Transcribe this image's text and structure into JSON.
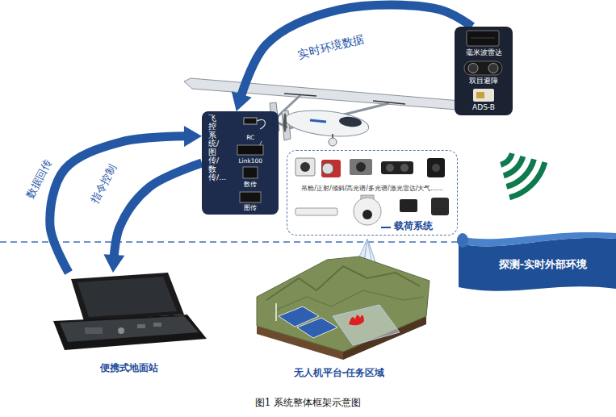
{
  "diagram": {
    "caption": "图1 系统整体框架示意图",
    "nodes": [
      {
        "text": [
          "毫米波雷达",
          "双目避障",
          "ADS-B"
        ]
      },
      {
        "text": [
          "飞控系统/图传/数传/...",
          "RC",
          "Link100",
          "数传",
          "图传"
        ]
      },
      {
        "text": [
          "吊舱/正射/倾斜/高光谱/多光谱/激光雷达/大气......",
          "载荷系统"
        ]
      },
      {
        "text": [
          "便携式地面站"
        ]
      },
      {
        "text": [
          "无人机平台-任务区域"
        ]
      },
      {
        "text": [
          "探测-实时外部环境"
        ]
      }
    ],
    "edges": [
      {
        "from": 0,
        "to": 1,
        "label": "实时环境数据",
        "arrow": "to"
      },
      {
        "from": 3,
        "to": 1,
        "label": "数据回传",
        "arrow": "to"
      },
      {
        "from": 1,
        "to": 3,
        "label": "指令控制",
        "arrow": "to"
      }
    ]
  }
}
